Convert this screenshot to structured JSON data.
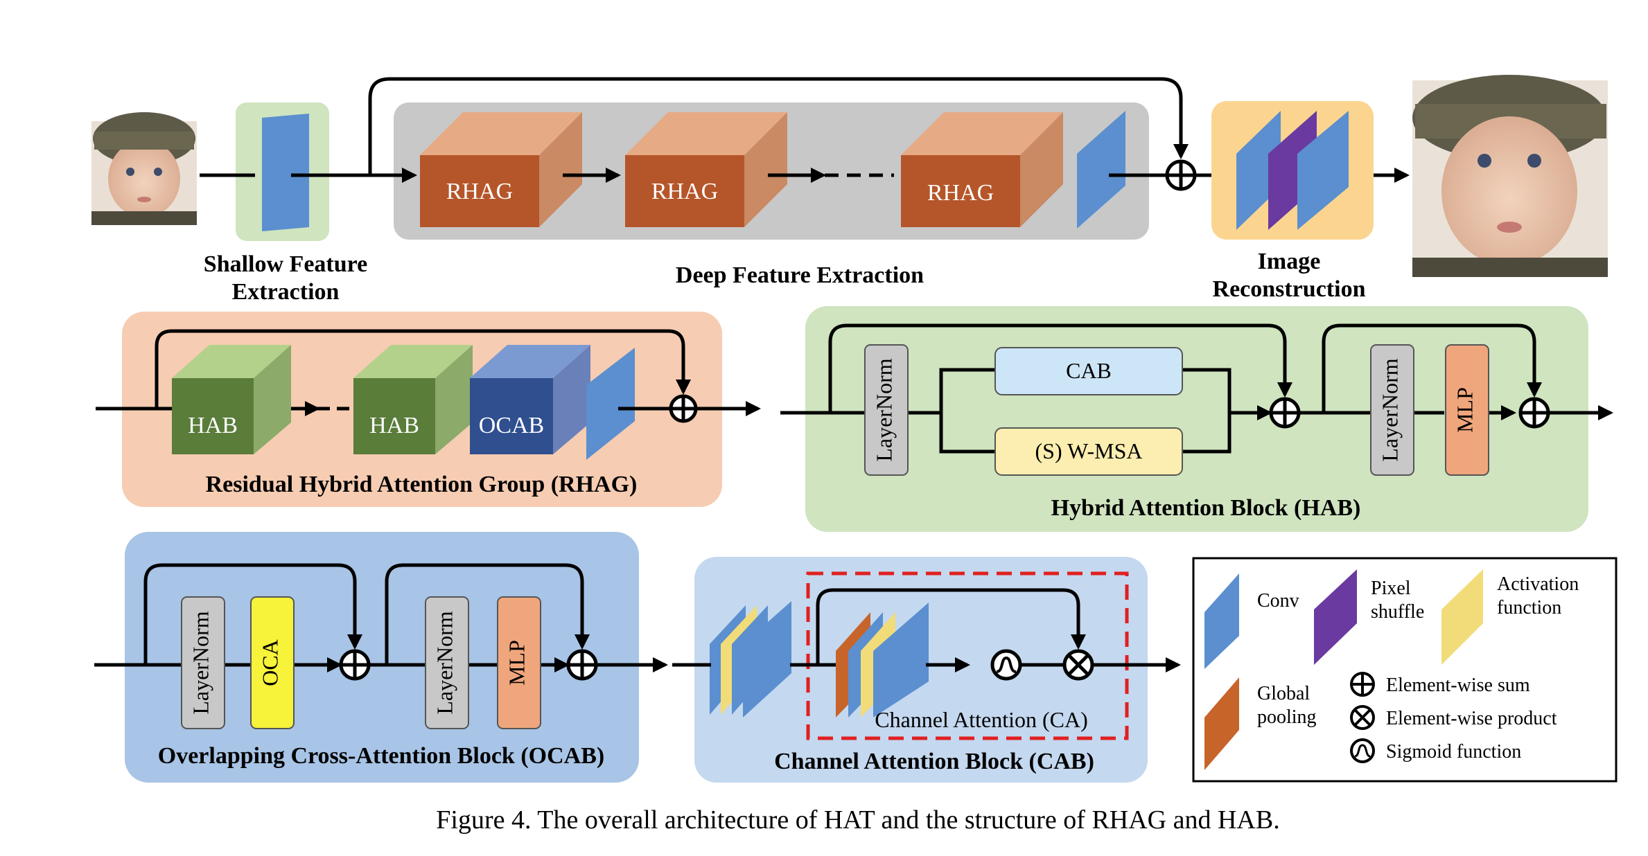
{
  "top": {
    "shallow_title_1": "Shallow Feature",
    "shallow_title_2": "Extraction",
    "deep_title": "Deep Feature Extraction",
    "recon_title_1": "Image",
    "recon_title_2": "Reconstruction",
    "rhag_label": "RHAG"
  },
  "rhag": {
    "title": "Residual Hybrid Attention Group (RHAG)",
    "hab_label": "HAB",
    "ocab_label": "OCAB"
  },
  "hab": {
    "title": "Hybrid Attention Block (HAB)",
    "layernorm": "LayerNorm",
    "cab": "CAB",
    "wmsa": "(S) W-MSA",
    "mlp": "MLP"
  },
  "ocab": {
    "title": "Overlapping Cross-Attention Block (OCAB)",
    "layernorm": "LayerNorm",
    "oca": "OCA",
    "mlp": "MLP"
  },
  "cab": {
    "title": "Channel Attention Block (CAB)",
    "ca_label": "Channel Attention (CA)"
  },
  "legend": {
    "conv": "Conv",
    "pixel_1": "Pixel",
    "pixel_2": "shuffle",
    "act_1": "Activation",
    "act_2": "function",
    "gp_1": "Global",
    "gp_2": "pooling",
    "sum": "Element-wise sum",
    "product": "Element-wise product",
    "sigmoid": "Sigmoid function"
  },
  "caption": "Figure 4. The overall architecture of HAT and the structure of RHAG and HAB.",
  "colors": {
    "conv": "#5b8fcf",
    "rhag_front": "#b5562a",
    "hab_front": "#5a7d3a",
    "ocab_front": "#2f4f8f",
    "pixel_shuffle": "#6a3aa0",
    "activation": "#f2dc7a"
  }
}
